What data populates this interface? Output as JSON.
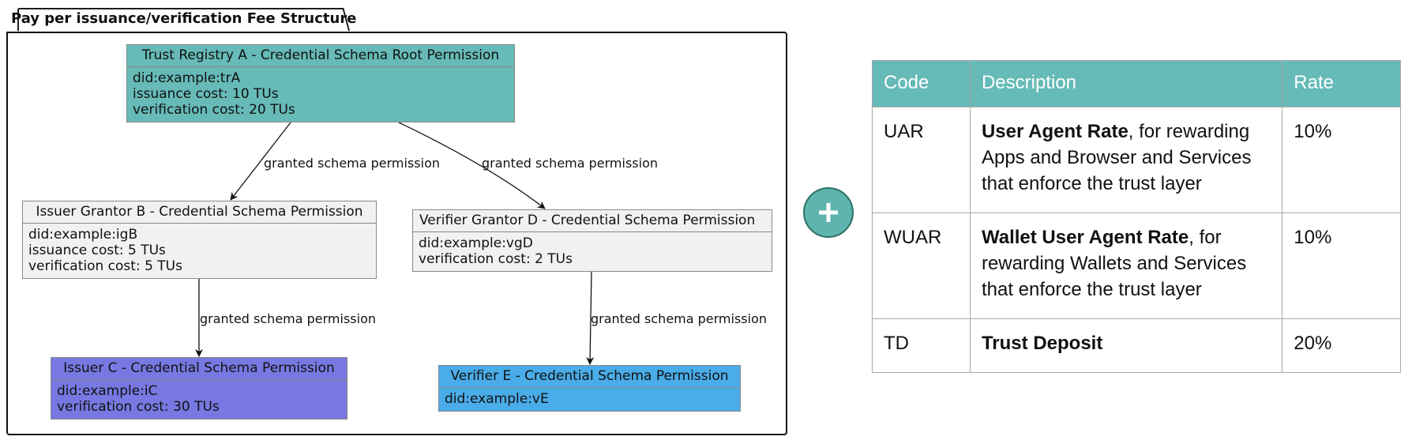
{
  "package": {
    "title": "Pay per issuance/verification Fee Structure"
  },
  "nodes": {
    "tra": {
      "title": "Trust Registry A - Credential Schema Root Permission",
      "did": "did:example:trA",
      "issuance": "issuance cost: 10 TUs",
      "verification": "verification cost: 20 TUs"
    },
    "igb": {
      "title": "Issuer Grantor B - Credential Schema Permission",
      "did": "did:example:igB",
      "issuance": "issuance cost: 5 TUs",
      "verification": "verification cost: 5 TUs"
    },
    "vgd": {
      "title": "Verifier Grantor D - Credential Schema Permission",
      "did": "did:example:vgD",
      "verification": "verification cost: 2 TUs"
    },
    "ic": {
      "title": "Issuer C - Credential Schema Permission",
      "did": "did:example:iC",
      "verification": "verification cost: 30 TUs"
    },
    "ve": {
      "title": "Verifier E - Credential Schema Permission",
      "did": "did:example:vE"
    }
  },
  "edges": {
    "tra_igb": "granted schema permission",
    "tra_vgd": "granted schema permission",
    "igb_ic": "granted schema permission",
    "vgd_ve": "granted schema permission"
  },
  "plus_icon": "plus-icon",
  "colors": {
    "header_teal": "#66bab7",
    "issuer_purple": "#7878e2",
    "verifier_blue": "#4aace8",
    "grantor_grey": "#f1f1f1"
  },
  "fee_table": {
    "headers": {
      "code": "Code",
      "description": "Description",
      "rate": "Rate"
    },
    "rows": [
      {
        "code": "UAR",
        "desc_bold": "User Agent Rate",
        "desc_rest": ", for rewarding Apps and Browser and Services that enforce the trust layer",
        "rate": "10%"
      },
      {
        "code": "WUAR",
        "desc_bold": "Wallet User Agent Rate",
        "desc_rest": ", for rewarding Wallets and Services that enforce the trust layer",
        "rate": "10%"
      },
      {
        "code": "TD",
        "desc_bold": "Trust Deposit",
        "desc_rest": "",
        "rate": "20%"
      }
    ]
  }
}
